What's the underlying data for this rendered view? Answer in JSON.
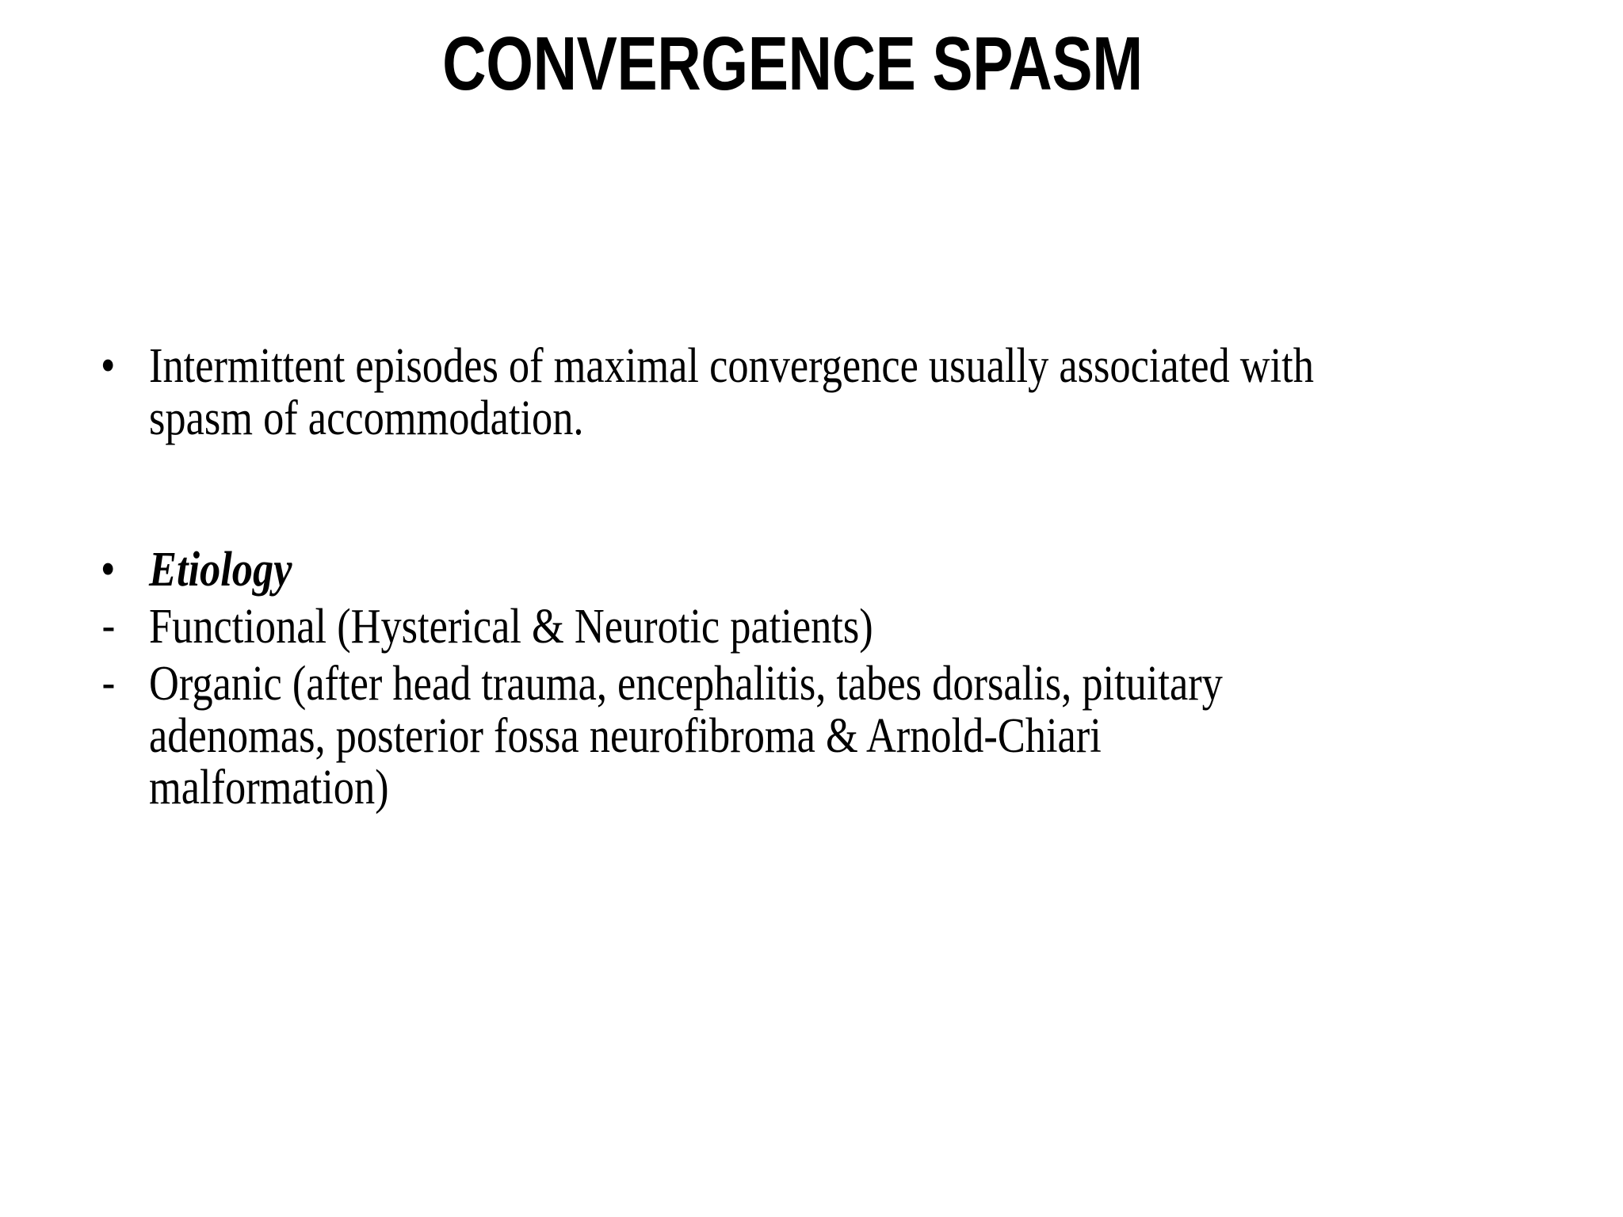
{
  "slide": {
    "title": "CONVERGENCE SPASM",
    "background_color": "#ffffff",
    "text_color": "#000000",
    "bullets": [
      {
        "marker": "•",
        "marker_type": "round-bullet",
        "text": "Intermittent episodes of maximal convergence usually associated with spasm of accommodation.",
        "style": "regular"
      },
      {
        "marker": "•",
        "marker_type": "round-bullet",
        "text": "Etiology",
        "style": "bold-italic"
      },
      {
        "marker": "-",
        "marker_type": "dash-bullet",
        "text": "Functional (Hysterical & Neurotic patients)",
        "style": "regular"
      },
      {
        "marker": "-",
        "marker_type": "dash-bullet",
        "text": "Organic (after head trauma, encephalitis, tabes dorsalis, pituitary adenomas, posterior fossa neurofibroma & Arnold-Chiari malformation)",
        "style": "regular"
      }
    ]
  }
}
